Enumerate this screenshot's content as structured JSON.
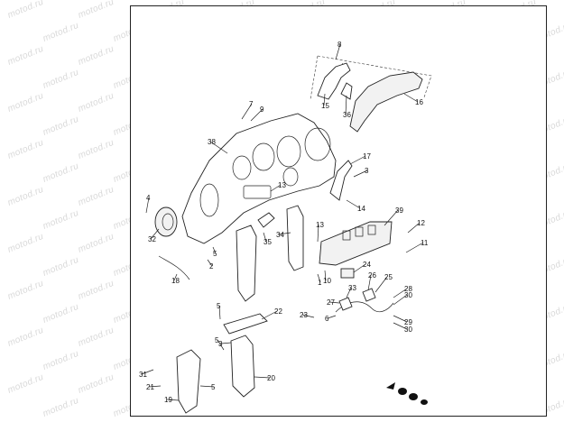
{
  "watermark": {
    "text": "motod.ru"
  },
  "callouts": [
    "8",
    "15",
    "36",
    "16",
    "7",
    "9",
    "38",
    "17",
    "3",
    "13",
    "4",
    "14",
    "39",
    "32",
    "13",
    "12",
    "5",
    "35",
    "34",
    "2",
    "11",
    "10",
    "24",
    "18",
    "1",
    "26",
    "25",
    "33",
    "28",
    "30",
    "27",
    "5",
    "22",
    "23",
    "6",
    "29",
    "30",
    "5",
    "3",
    "20",
    "31",
    "21",
    "5",
    "19"
  ],
  "direction_icon": "front-direction-arrow-icon"
}
